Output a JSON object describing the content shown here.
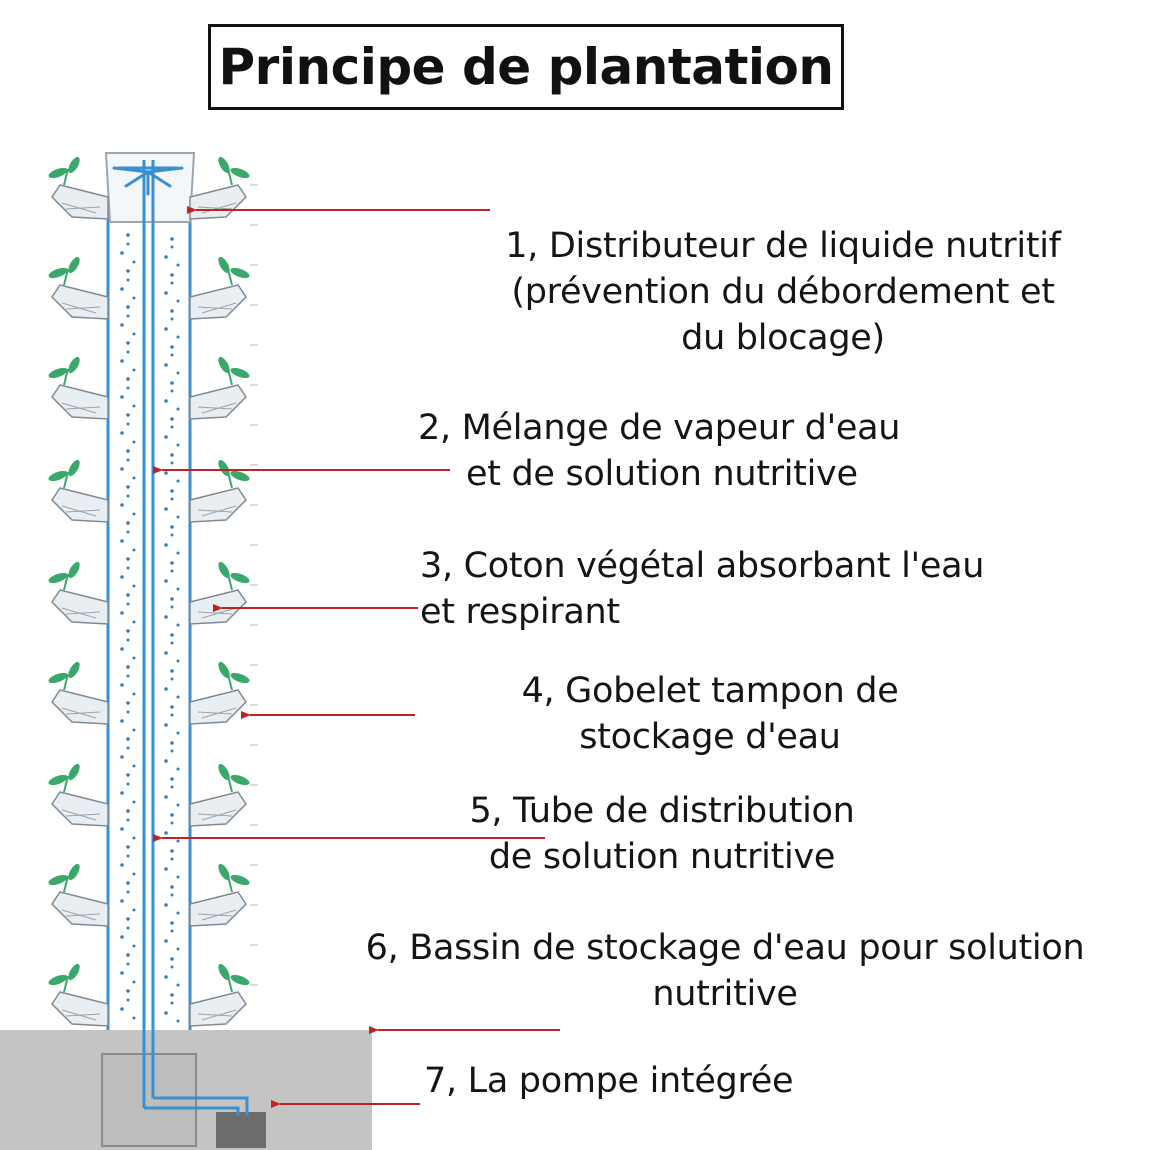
{
  "title": "Principe de plantation",
  "labels": [
    {
      "lines": [
        "1, Distributeur de liquide nutritif",
        "(prévention du débordement et",
        "du blocage)"
      ]
    },
    {
      "lines": [
        "2, Mélange de vapeur d'eau",
        "et de solution nutritive"
      ]
    },
    {
      "lines": [
        "3, Coton végétal absorbant l'eau",
        "et respirant"
      ]
    },
    {
      "lines": [
        "4, Gobelet tampon de",
        "stockage d'eau"
      ]
    },
    {
      "lines": [
        "5, Tube de distribution",
        "de solution nutritive"
      ]
    },
    {
      "lines": [
        "6, Bassin de stockage d'eau pour solution",
        "nutritive"
      ]
    },
    {
      "lines": [
        "7, La pompe intégrée"
      ]
    }
  ],
  "colors": {
    "pipe": "#3a8fd0",
    "dots": "#2f7fc4",
    "arrow": "#c02323",
    "base": "#c4c4c4",
    "plant": "#3aa86a",
    "pot": "#e9eef2"
  },
  "icons": [
    "plant-pot-icon",
    "sprinkler-icon",
    "pump-icon"
  ]
}
